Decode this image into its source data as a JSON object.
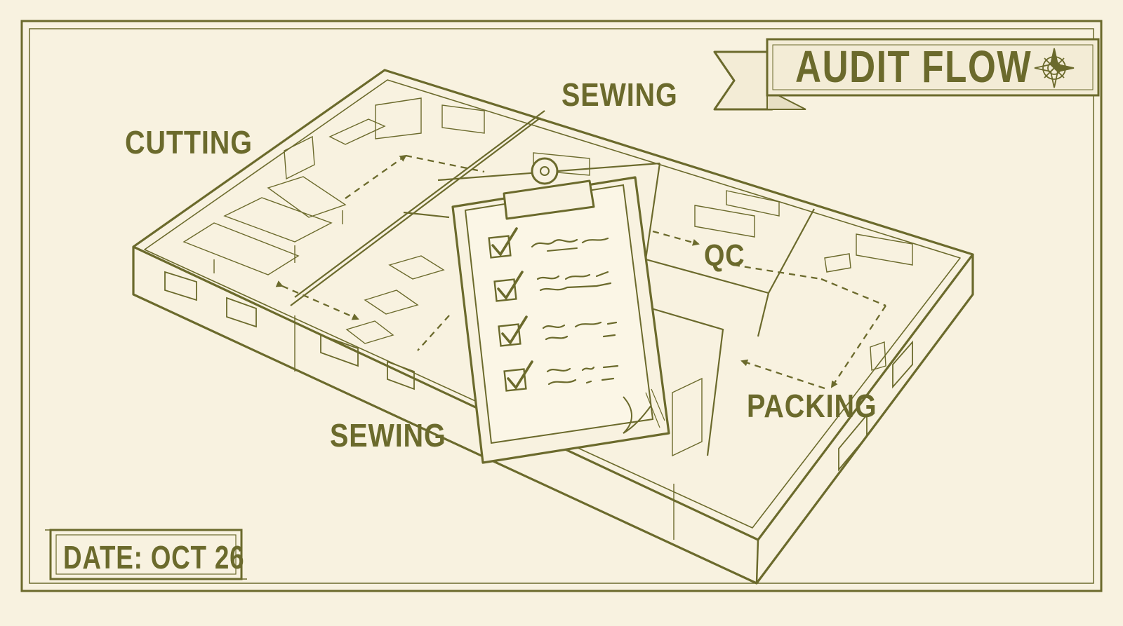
{
  "title": "AUDIT FLOW",
  "date_stamp": "DATE: OCT 26",
  "zones": {
    "cutting": "CUTTING",
    "sewing_top": "SEWING",
    "sewing_bottom": "SEWING",
    "qc": "QC",
    "packing": "PACKING"
  },
  "colors": {
    "ink": "#6b6a2c",
    "paper": "#f8f2e0",
    "banner": "#f3ecd6"
  },
  "icons": [
    "compass-rose-icon",
    "clipboard-icon",
    "checkbox-icon"
  ]
}
